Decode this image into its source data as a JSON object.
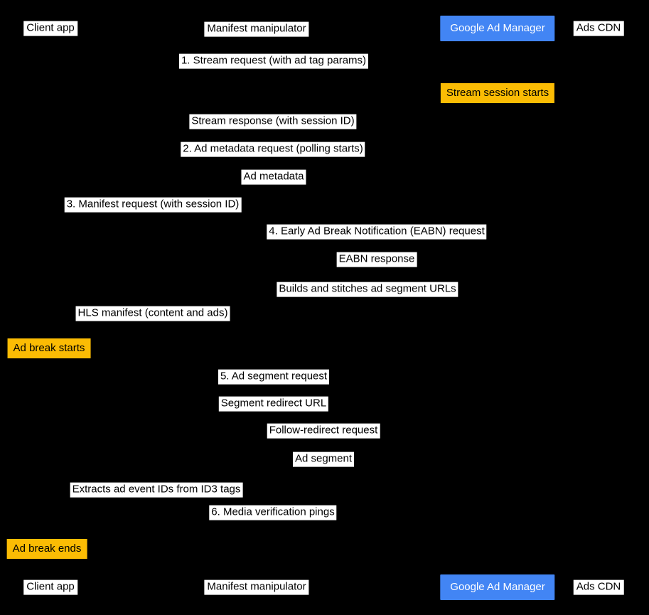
{
  "colors": {
    "background": "#000000",
    "label_bg": "#ffffff",
    "label_text": "#000000",
    "milestone_bg": "#fbbc04",
    "milestone_text": "#000000",
    "participant_highlight_bg": "#4285f4",
    "participant_highlight_text": "#ffffff"
  },
  "diagram": {
    "type": "sequence-diagram",
    "participants": [
      {
        "id": "client-app",
        "label": "Client app",
        "style": "plain"
      },
      {
        "id": "manifest-manipulator",
        "label": "Manifest manipulator",
        "style": "plain"
      },
      {
        "id": "google-ad-manager",
        "label": "Google Ad Manager",
        "style": "highlight"
      },
      {
        "id": "ads-cdn",
        "label": "Ads CDN",
        "style": "plain"
      }
    ],
    "messages": [
      {
        "label": "1. Stream request (with ad tag params)",
        "kind": "message"
      },
      {
        "label": "Stream session starts",
        "kind": "milestone"
      },
      {
        "label": "Stream response (with session ID)",
        "kind": "message"
      },
      {
        "label": "2. Ad metadata request (polling starts)",
        "kind": "message"
      },
      {
        "label": "Ad metadata",
        "kind": "message"
      },
      {
        "label": "3. Manifest request (with session ID)",
        "kind": "message"
      },
      {
        "label": "4. Early Ad Break Notification (EABN) request",
        "kind": "message"
      },
      {
        "label": "EABN response",
        "kind": "message"
      },
      {
        "label": "Builds and stitches ad segment URLs",
        "kind": "note"
      },
      {
        "label": "HLS manifest (content and ads)",
        "kind": "message"
      },
      {
        "label": "Ad break starts",
        "kind": "milestone"
      },
      {
        "label": "5. Ad segment request",
        "kind": "message"
      },
      {
        "label": "Segment redirect URL",
        "kind": "message"
      },
      {
        "label": "Follow-redirect request",
        "kind": "message"
      },
      {
        "label": "Ad segment",
        "kind": "message"
      },
      {
        "label": "Extracts ad event IDs from ID3 tags",
        "kind": "note"
      },
      {
        "label": "6. Media verification pings",
        "kind": "message"
      },
      {
        "label": "Ad break ends",
        "kind": "milestone"
      }
    ]
  }
}
